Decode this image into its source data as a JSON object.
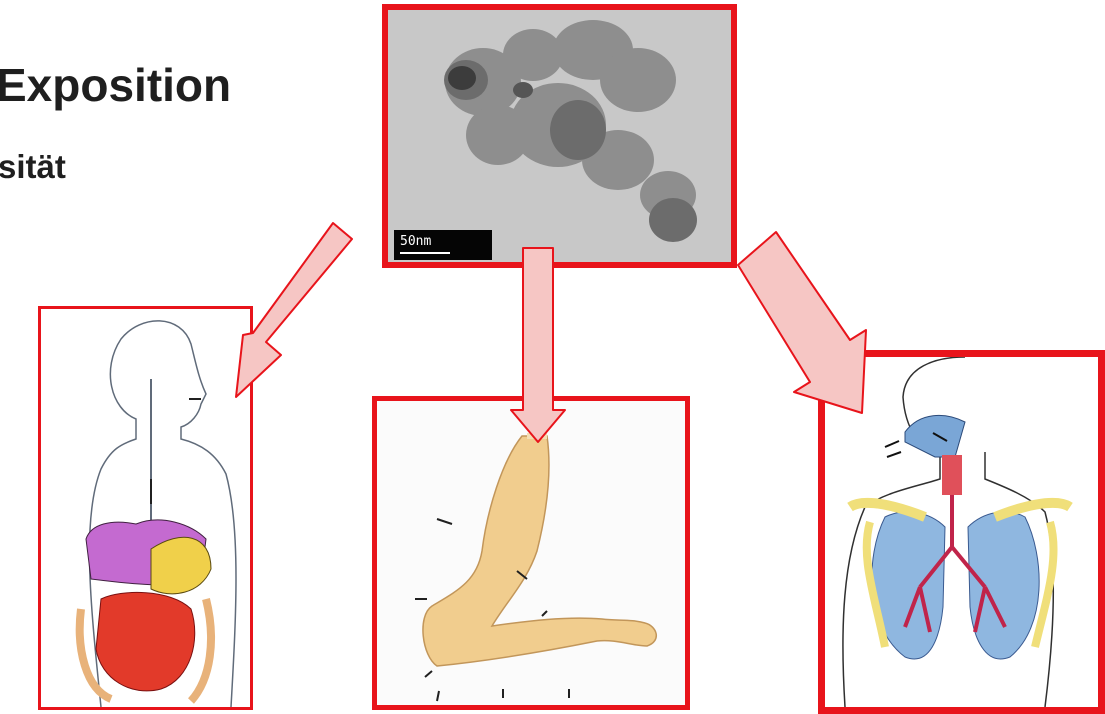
{
  "heading": {
    "title": "Exposition",
    "subtitle": "sität"
  },
  "figures": {
    "tem": {
      "scale_label": "50nm"
    },
    "ingestion": {
      "icon": "digestive-system-icon"
    },
    "dermal": {
      "icon": "arm-skin-icon"
    },
    "inhalation": {
      "icon": "respiratory-system-icon"
    }
  },
  "colors": {
    "frame": "#e8141b",
    "arrow_fill": "#f6c6c4",
    "arrow_stroke": "#e8141b"
  }
}
